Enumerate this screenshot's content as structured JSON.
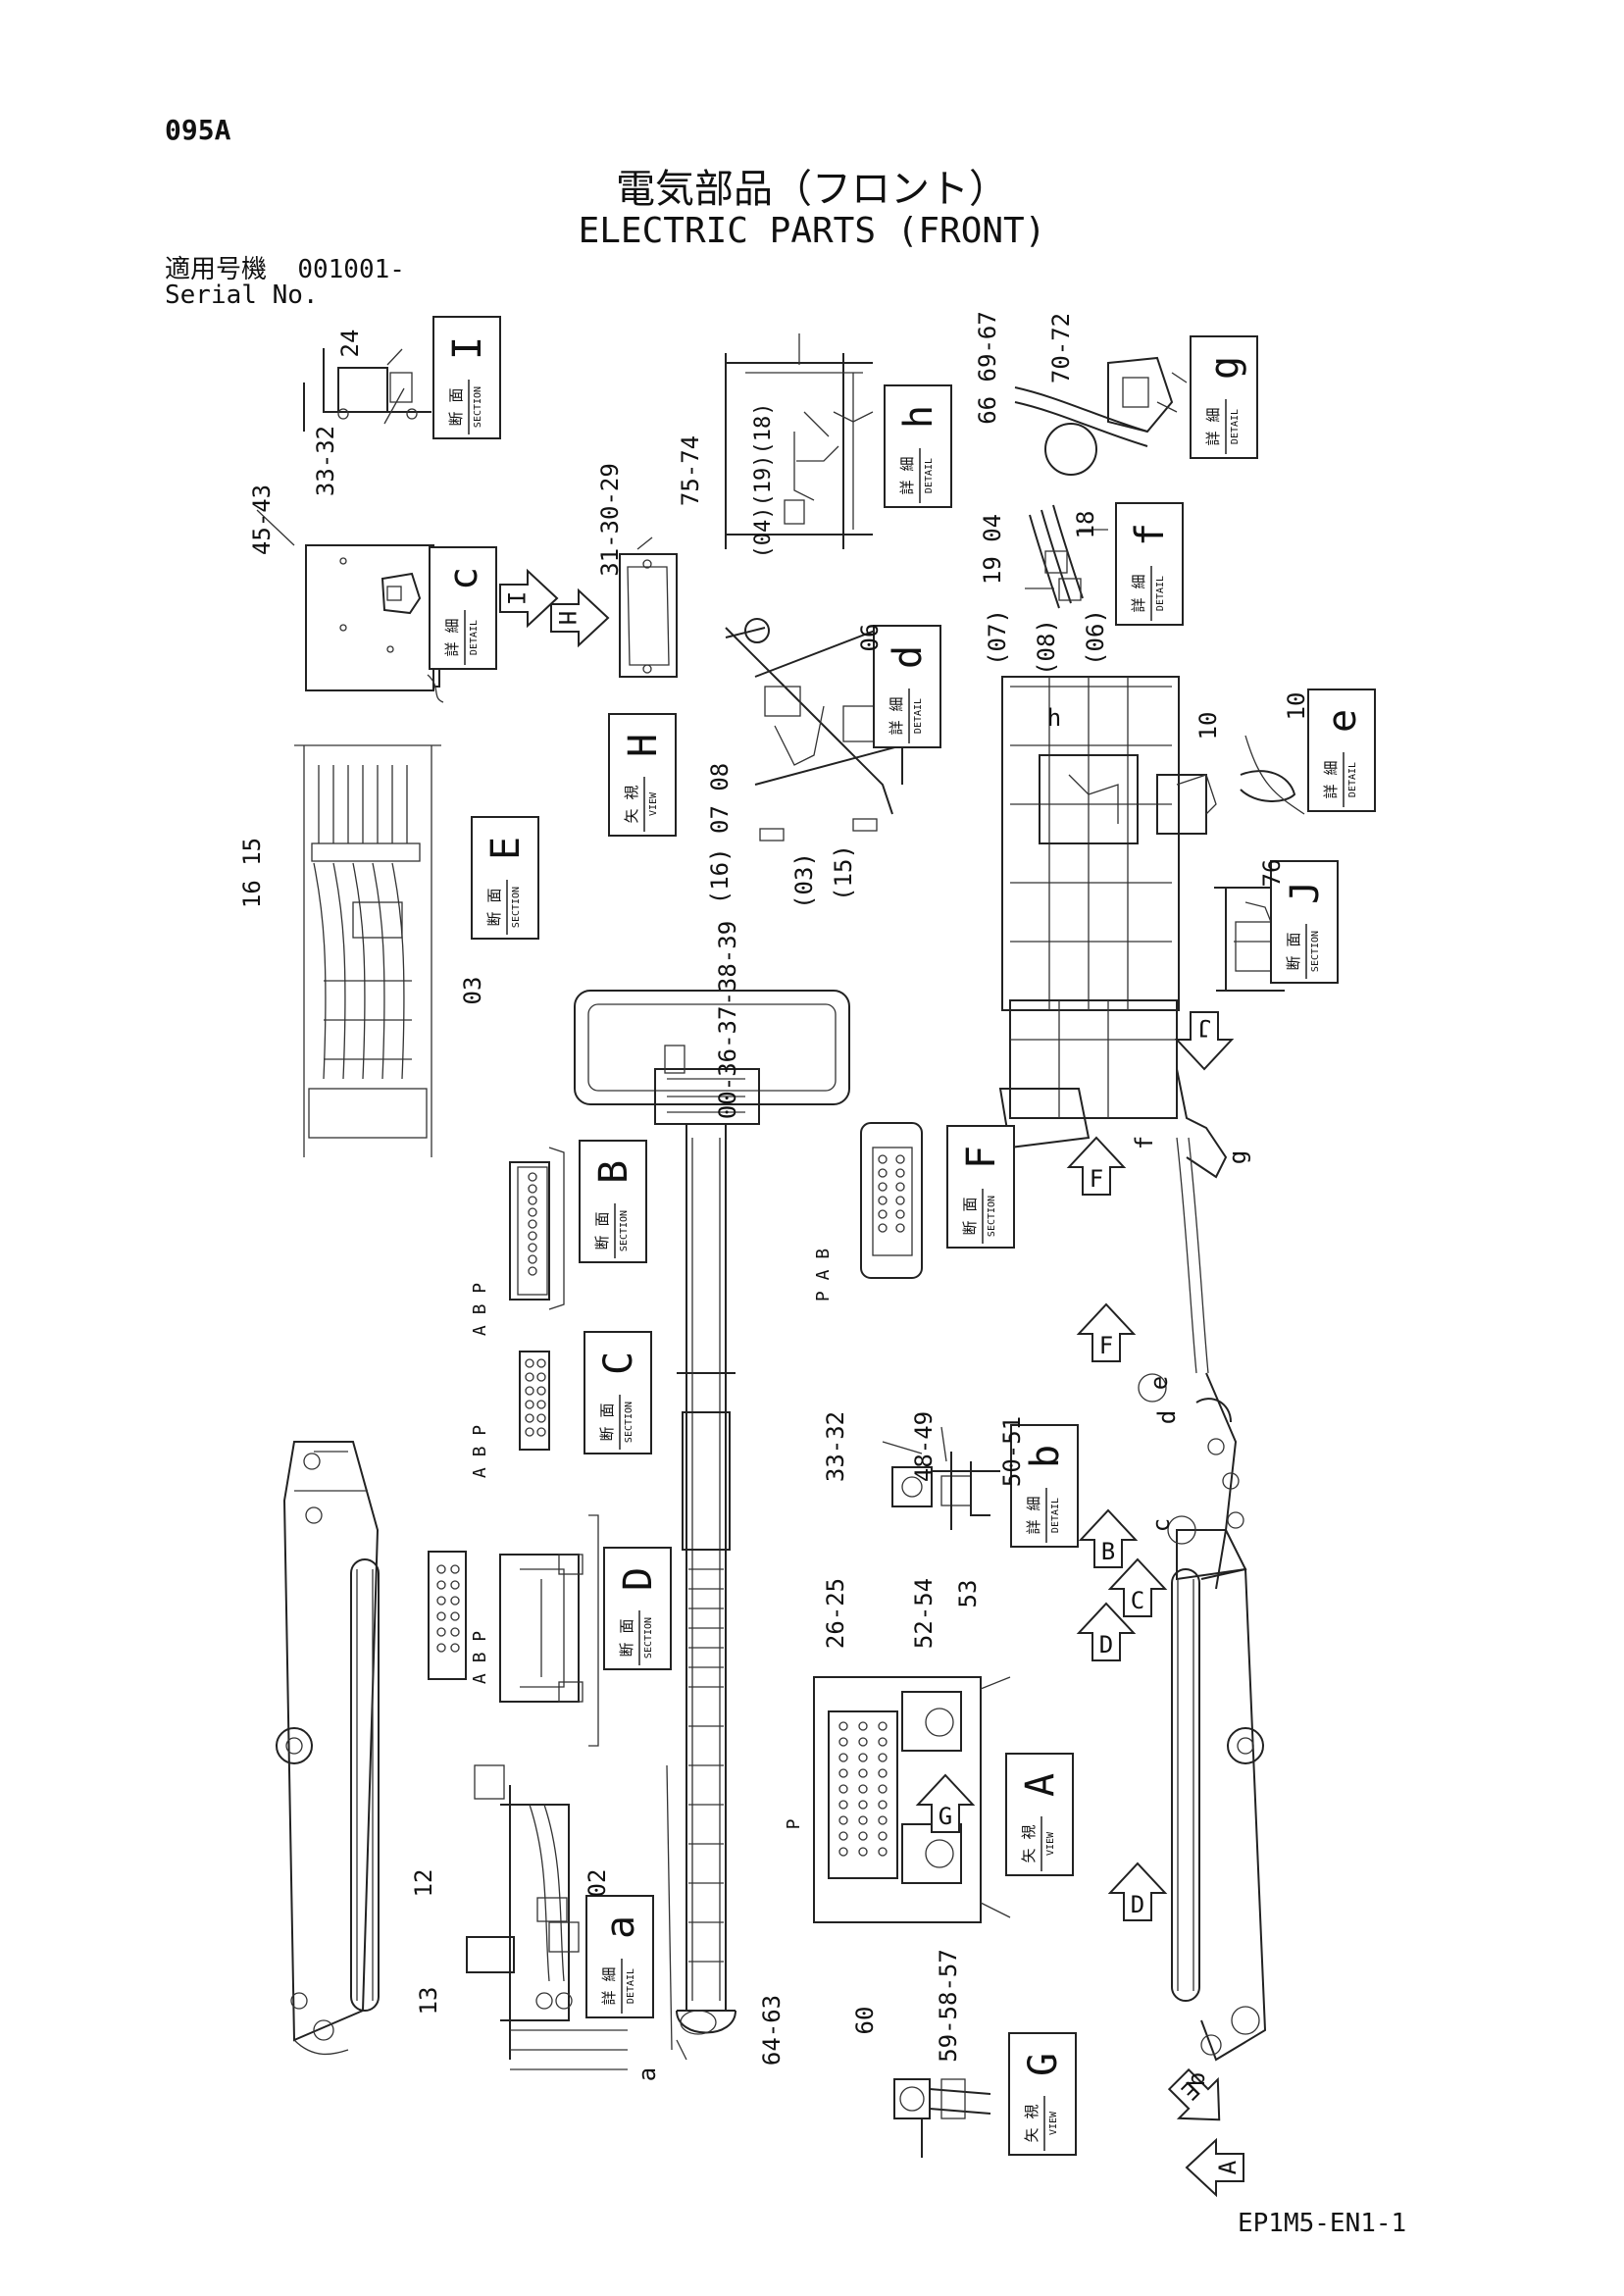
{
  "header": {
    "page_code": "095A",
    "title_jp": "電気部品（フロント）",
    "title_en": "ELECTRIC PARTS (FRONT)",
    "serial_label_jp": "適用号機",
    "serial_value": "001001-",
    "serial_label_en": "Serial No."
  },
  "footer": {
    "doc_code": "EP1M5-EN1-1"
  },
  "tag_words": {
    "section_jp": "断 面",
    "section_en": "SECTION",
    "detail_jp": "詳 細",
    "detail_en": "DETAIL",
    "view_jp": "矢 視",
    "view_en": "VIEW"
  },
  "tags": [
    {
      "id": "section-I",
      "letter": "I",
      "kind": "section"
    },
    {
      "id": "detail-h",
      "letter": "h",
      "kind": "detail"
    },
    {
      "id": "detail-g",
      "letter": "g",
      "kind": "detail"
    },
    {
      "id": "detail-c",
      "letter": "c",
      "kind": "detail"
    },
    {
      "id": "detail-f",
      "letter": "f",
      "kind": "detail"
    },
    {
      "id": "detail-d",
      "letter": "d",
      "kind": "detail"
    },
    {
      "id": "view-H",
      "letter": "H",
      "kind": "view"
    },
    {
      "id": "detail-e",
      "letter": "e",
      "kind": "detail"
    },
    {
      "id": "section-E",
      "letter": "E",
      "kind": "section"
    },
    {
      "id": "section-J",
      "letter": "J",
      "kind": "section"
    },
    {
      "id": "section-B",
      "letter": "B",
      "kind": "section"
    },
    {
      "id": "section-F",
      "letter": "F",
      "kind": "section"
    },
    {
      "id": "section-C",
      "letter": "C",
      "kind": "section"
    },
    {
      "id": "detail-b",
      "letter": "b",
      "kind": "detail"
    },
    {
      "id": "section-D",
      "letter": "D",
      "kind": "section"
    },
    {
      "id": "view-A",
      "letter": "A",
      "kind": "view"
    },
    {
      "id": "detail-a",
      "letter": "a",
      "kind": "detail"
    },
    {
      "id": "view-G",
      "letter": "G",
      "kind": "view"
    }
  ],
  "part_labels": [
    {
      "id": "lbl-24",
      "text": "24"
    },
    {
      "id": "lbl-33-32",
      "text": "33-32"
    },
    {
      "id": "lbl-45-43",
      "text": "45-43"
    },
    {
      "id": "lbl-31-30-29",
      "text": "31-30-29"
    },
    {
      "id": "lbl-75-74",
      "text": "75-74"
    },
    {
      "id": "lbl-04-19-18",
      "text": "(04)(19)(18)"
    },
    {
      "id": "lbl-66-69-67",
      "text": "66 69-67"
    },
    {
      "id": "lbl-70-72",
      "text": "70-72"
    },
    {
      "id": "lbl-19-04",
      "text": "19 04"
    },
    {
      "id": "lbl-18",
      "text": "18"
    },
    {
      "id": "lbl-07",
      "text": "(07)"
    },
    {
      "id": "lbl-08",
      "text": "(08)"
    },
    {
      "id": "lbl-06p",
      "text": "(06)"
    },
    {
      "id": "lbl-06",
      "text": "06"
    },
    {
      "id": "lbl-16-07-08",
      "text": "(16) 07 08"
    },
    {
      "id": "lbl-03-15",
      "text": "(03)"
    },
    {
      "id": "lbl-15p",
      "text": "(15)"
    },
    {
      "id": "lbl-10a",
      "text": "10"
    },
    {
      "id": "lbl-10b",
      "text": "10"
    },
    {
      "id": "lbl-16-15",
      "text": "16 15"
    },
    {
      "id": "lbl-03",
      "text": "03"
    },
    {
      "id": "lbl-76",
      "text": "76"
    },
    {
      "id": "lbl-00-39",
      "text": "00-36-37-38-39"
    },
    {
      "id": "lbl-ABP-B",
      "text": "A B P"
    },
    {
      "id": "lbl-ABP-F",
      "text": "P A B"
    },
    {
      "id": "lbl-ABP-C",
      "text": "A B P"
    },
    {
      "id": "lbl-33-32b",
      "text": "33-32"
    },
    {
      "id": "lbl-48-49",
      "text": "48-49"
    },
    {
      "id": "lbl-50-51",
      "text": "50-51"
    },
    {
      "id": "lbl-26-25",
      "text": "26-25"
    },
    {
      "id": "lbl-52-54",
      "text": "52-54"
    },
    {
      "id": "lbl-53",
      "text": "53"
    },
    {
      "id": "lbl-ABP-D",
      "text": "A B P"
    },
    {
      "id": "lbl-P-A",
      "text": "P"
    },
    {
      "id": "lbl-12",
      "text": "12"
    },
    {
      "id": "lbl-02",
      "text": "02"
    },
    {
      "id": "lbl-13",
      "text": "13"
    },
    {
      "id": "lbl-a",
      "text": "a"
    },
    {
      "id": "lbl-64-63",
      "text": "64-63"
    },
    {
      "id": "lbl-60",
      "text": "60"
    },
    {
      "id": "lbl-59-58-57",
      "text": "59-58-57"
    },
    {
      "id": "lbl-b",
      "text": "b"
    },
    {
      "id": "lbl-c",
      "text": "c"
    },
    {
      "id": "lbl-d",
      "text": "d"
    },
    {
      "id": "lbl-e",
      "text": "e"
    },
    {
      "id": "lbl-f",
      "text": "f"
    },
    {
      "id": "lbl-g",
      "text": "g"
    },
    {
      "id": "lbl-h",
      "text": "h"
    }
  ],
  "arrows": [
    {
      "id": "arrow-I",
      "letter": "I"
    },
    {
      "id": "arrow-H",
      "letter": "H"
    },
    {
      "id": "arrow-J",
      "letter": "J"
    },
    {
      "id": "arrow-F1",
      "letter": "F"
    },
    {
      "id": "arrow-F2",
      "letter": "F"
    },
    {
      "id": "arrow-B",
      "letter": "B"
    },
    {
      "id": "arrow-C",
      "letter": "C"
    },
    {
      "id": "arrow-D1",
      "letter": "D"
    },
    {
      "id": "arrow-G",
      "letter": "G"
    },
    {
      "id": "arrow-D2",
      "letter": "D"
    },
    {
      "id": "arrow-E",
      "letter": "E"
    },
    {
      "id": "arrow-A",
      "letter": "A"
    }
  ]
}
